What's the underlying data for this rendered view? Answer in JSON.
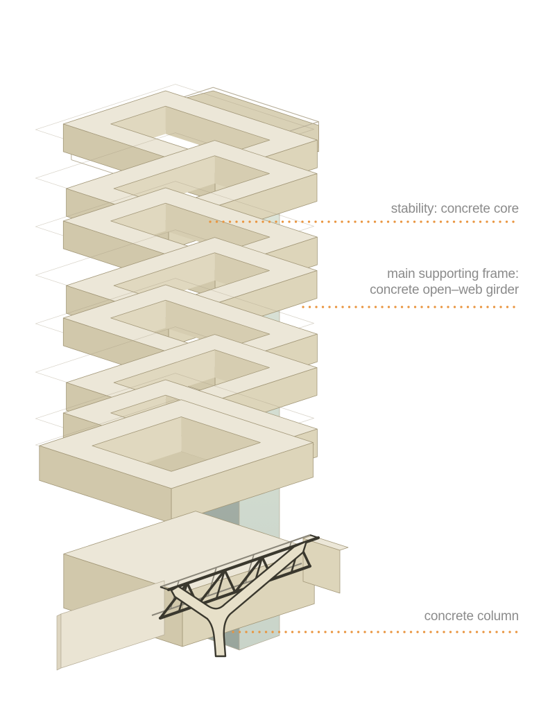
{
  "labels": {
    "core": "stability: concrete core",
    "frame_line1": "main supporting frame:",
    "frame_line2": "concrete open–web girder",
    "column": "concrete column"
  },
  "palette": {
    "background": "#ffffff",
    "accent_orange": "#e9943e",
    "label_gray": "#8b8b8b",
    "girder_top": "#ece7d8",
    "girder_face_se": "#ddd5ba",
    "girder_face_sw": "#d1c8ab",
    "girder_inner_e": "#d6cdb1",
    "girder_inner_n": "#e0d8bf",
    "girder_outline": "#a29778",
    "glass_line": "#b5ac96",
    "top_band": "#d9d1b6",
    "core_top": "#8f9993",
    "core_left_light": "#b7c1b8",
    "core_left_dark": "#99a59c",
    "core_right_light": "#dfe7db",
    "core_right_dark": "#c9d4c9",
    "truss_dark": "#3a382e",
    "truss_back": "#8a8679",
    "column_fill": "#e7e0c9",
    "fin_fill": "#eae4d3"
  }
}
